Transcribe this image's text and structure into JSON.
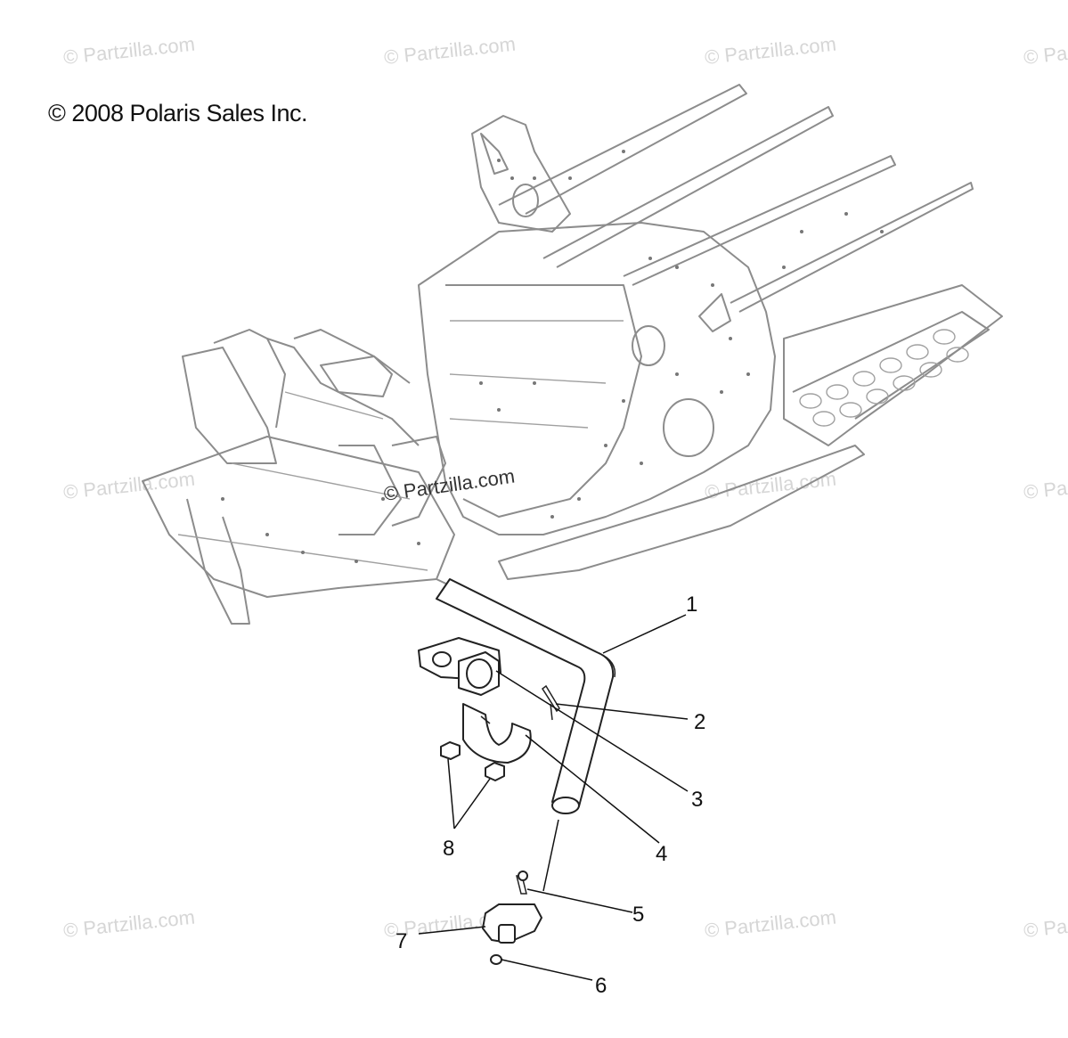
{
  "copyright": "© 2008 Polaris Sales Inc.",
  "watermark_text": "© Partzilla.com",
  "center_watermark": "© Partzilla.com",
  "callouts": [
    "1",
    "2",
    "3",
    "4",
    "5",
    "6",
    "7",
    "8"
  ],
  "colors": {
    "frame": "#8c8c8c",
    "parts": "#222222",
    "watermark": "#d6d6d6"
  }
}
